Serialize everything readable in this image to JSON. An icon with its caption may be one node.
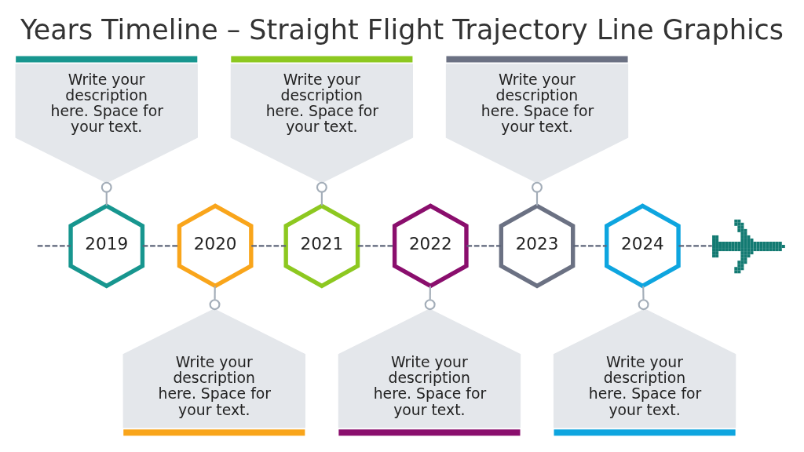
{
  "diagram": {
    "title": "Years Timeline – Straight Flight Trajectory Line Graphics",
    "nodes": [
      {
        "text": [
          "Write your description here. Space for your text."
        ]
      },
      {
        "text": [
          "Write your description here. Space for your text."
        ]
      },
      {
        "text": [
          "Write your description here. Space for your text."
        ]
      },
      {
        "text": [
          "2019"
        ]
      },
      {
        "text": [
          "2020"
        ]
      },
      {
        "text": [
          "2021"
        ]
      },
      {
        "text": [
          "2022"
        ]
      },
      {
        "text": [
          "2023"
        ]
      },
      {
        "text": [
          "2024"
        ]
      },
      {
        "text": [],
        "shape": "picture"
      },
      {
        "text": [
          "Write your description here. Space for your text."
        ]
      },
      {
        "text": [
          "Write your description here. Space for your text."
        ]
      },
      {
        "text": [
          "Write your description here. Space for your text."
        ]
      }
    ],
    "edges": [
      {
        "from": null,
        "to": 3,
        "arrow": "none",
        "style": "dashed"
      },
      {
        "from": 3,
        "to": 4,
        "arrow": "none",
        "style": "dashed"
      },
      {
        "from": 4,
        "to": 5,
        "arrow": "none",
        "style": "dashed"
      },
      {
        "from": 5,
        "to": 6,
        "arrow": "none",
        "style": "dashed"
      },
      {
        "from": 6,
        "to": 7,
        "arrow": "none",
        "style": "dashed"
      },
      {
        "from": 7,
        "to": 8,
        "arrow": "none",
        "style": "dashed"
      },
      {
        "from": 8,
        "to": 9,
        "arrow": "none",
        "style": "dashed"
      },
      {
        "from": 0,
        "to": 3,
        "arrow": "other",
        "color": "#a3adb8"
      },
      {
        "from": 10,
        "to": 4,
        "arrow": "other",
        "color": "#a3adb8"
      },
      {
        "from": 1,
        "to": 5,
        "arrow": "other",
        "color": "#a3adb8"
      },
      {
        "from": 11,
        "to": 6,
        "arrow": "other",
        "color": "#a3adb8"
      },
      {
        "from": 2,
        "to": 7,
        "arrow": "other",
        "color": "#a3adb8"
      },
      {
        "from": 12,
        "to": 8,
        "arrow": "other",
        "color": "#a3adb8"
      }
    ]
  }
}
